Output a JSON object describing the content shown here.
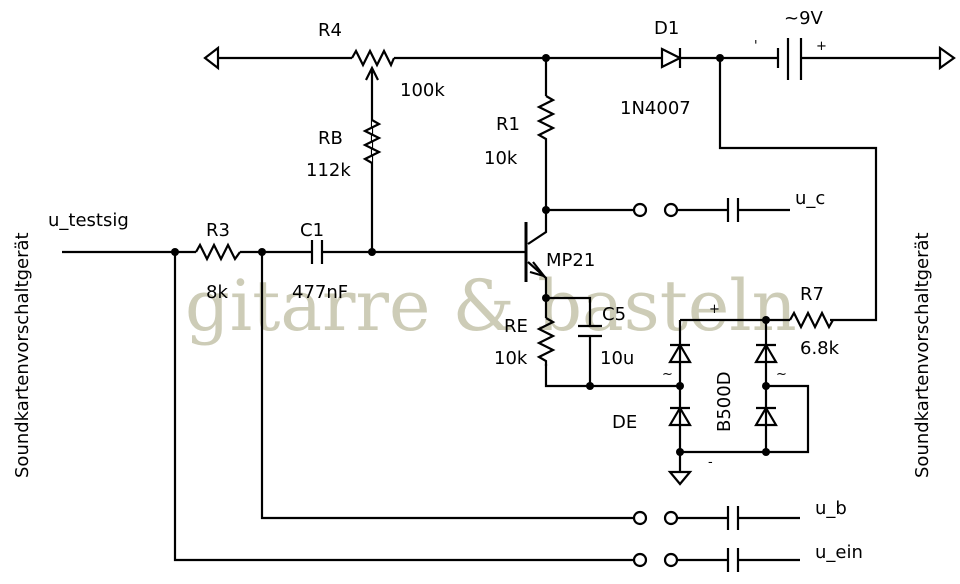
{
  "side_labels": {
    "left": "Soundkartenvorschaltgerät",
    "right": "Soundkartenvorschaltgerät"
  },
  "watermark": "gitarre & basteln",
  "signals": {
    "input": "u_testsig",
    "u_c": "u_c",
    "u_b": "u_b",
    "u_ein": "u_ein"
  },
  "components": {
    "R4": {
      "name": "R4",
      "value": "100k"
    },
    "RB": {
      "name": "RB",
      "value": "112k"
    },
    "R1": {
      "name": "R1",
      "value": "10k"
    },
    "R3": {
      "name": "R3",
      "value": "8k"
    },
    "C1": {
      "name": "C1",
      "value": "477nF"
    },
    "D1": {
      "name": "D1",
      "value": "1N4007"
    },
    "battery": {
      "value": "~9V",
      "minus": "'",
      "plus": "+"
    },
    "Q": {
      "name": "MP21"
    },
    "RE": {
      "name": "RE",
      "value": "10k"
    },
    "C5": {
      "name": "C5",
      "value": "10u"
    },
    "R7": {
      "name": "R7",
      "value": "6.8k"
    },
    "bridge": {
      "name": "B500D",
      "label": "DE",
      "plus": "+",
      "minus": "-",
      "ac": "~"
    }
  }
}
